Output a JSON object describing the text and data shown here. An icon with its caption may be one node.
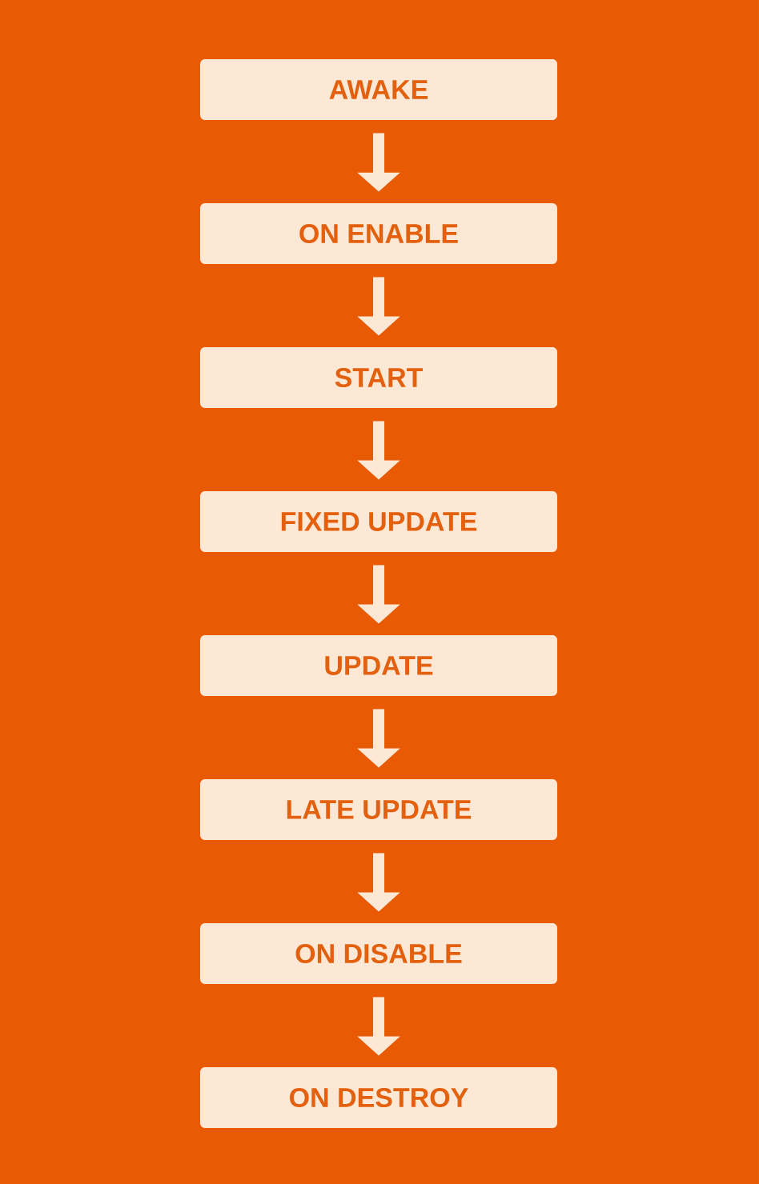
{
  "diagram": {
    "nodes": [
      {
        "text": [
          "AWAKE"
        ]
      },
      {
        "text": [
          "ON ENABLE"
        ]
      },
      {
        "text": [
          "START"
        ]
      },
      {
        "text": [
          "FIXED UPDATE"
        ]
      },
      {
        "text": [
          "UPDATE"
        ]
      },
      {
        "text": [
          "LATE UPDATE"
        ]
      },
      {
        "text": [
          "ON DISABLE"
        ]
      },
      {
        "text": [
          "ON DESTROY"
        ]
      }
    ],
    "edges": [
      {
        "from": 0,
        "to": 1,
        "arrow": "to"
      },
      {
        "from": 1,
        "to": 2,
        "arrow": "to"
      },
      {
        "from": 2,
        "to": 3,
        "arrow": "to"
      },
      {
        "from": 3,
        "to": 4,
        "arrow": "to"
      },
      {
        "from": 4,
        "to": 5,
        "arrow": "to"
      },
      {
        "from": 5,
        "to": 6,
        "arrow": "to"
      },
      {
        "from": 6,
        "to": 7,
        "arrow": "to"
      }
    ]
  }
}
